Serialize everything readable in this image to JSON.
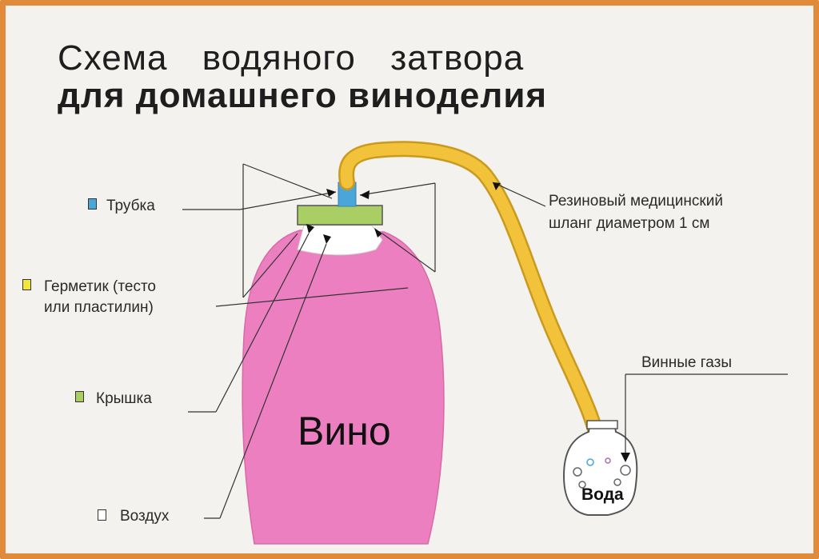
{
  "title": {
    "line1": "Схема водяного затвора",
    "line2": "для домашнего виноделия"
  },
  "legend": [
    {
      "label": "Трубка",
      "color": "#4aa6d8"
    },
    {
      "label": "Герметик (тесто",
      "label2": "или пластилин)",
      "color": "#f2e63a"
    },
    {
      "label": "Крышка",
      "color": "#a9cf64"
    },
    {
      "label": "Воздух",
      "color": "#ffffff"
    }
  ],
  "hose_label": {
    "line1": "Резиновый медицинский",
    "line2": "шланг диаметром 1 см"
  },
  "gas_label": "Винные газы",
  "bottle_label": "Вино",
  "jar_label": "Вода",
  "colors": {
    "wine": "#ec7fc0",
    "hose": "#f2c23a",
    "lid": "#a9cf64",
    "tube": "#4aa6d8",
    "frame": "#e08a3a"
  }
}
